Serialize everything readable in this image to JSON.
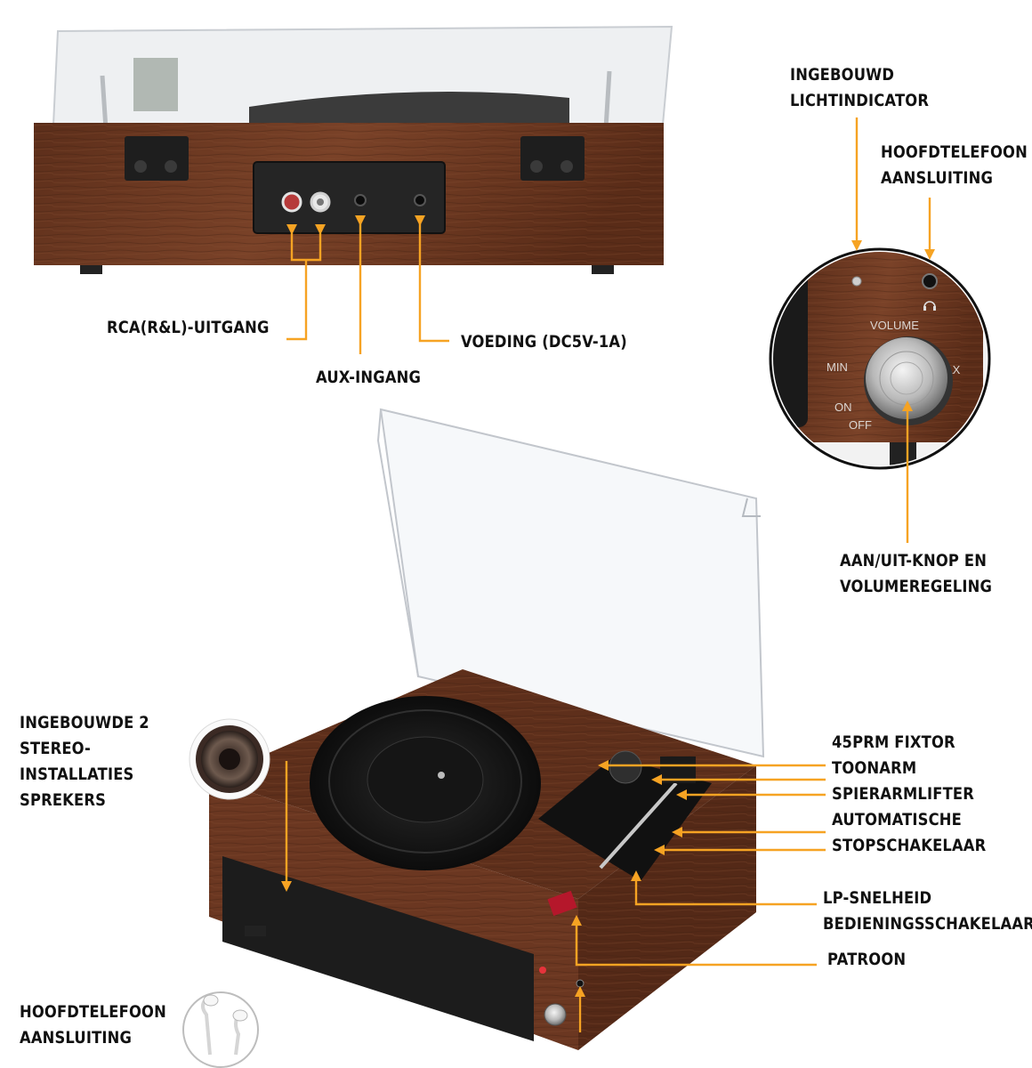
{
  "labels": {
    "rca_output": "RCA(R&L)-UITGANG",
    "aux_input": "AUX-INGANG",
    "power_supply": "VOEDING (DC5V-1A)",
    "light_indicator": [
      "INGEBOUWD",
      "LICHTINDICATOR"
    ],
    "headphone_jack_top": [
      "HOOFDTELEFOON",
      "AANSLUITING"
    ],
    "power_volume": [
      "AAN/UIT-KNOP EN",
      "VOLUMEREGELING"
    ],
    "speakers": [
      "INGEBOUWDE 2",
      "STEREO-",
      "INSTALLATIES",
      "SPREKERS"
    ],
    "adapter_45rpm": "45PRM FIXTOR",
    "tonearm": "TOONARM",
    "arm_lift": "SPIERARMLIFTER",
    "auto_stop": [
      "AUTOMATISCHE",
      "STOPSCHAKELAAR"
    ],
    "speed_switch": [
      "LP-SNELHEID",
      "BEDIENINGSSCHAKELAAR"
    ],
    "cartridge": "PATROON",
    "headphone_jack_bottom": [
      "HOOFDTELEFOON",
      "AANSLUITING"
    ]
  },
  "knob": {
    "volume": "VOLUME",
    "min": "MIN",
    "max": "AX",
    "on": "ON",
    "off": "OFF"
  },
  "colors": {
    "accent": "#f6a323",
    "wood": "#6e3a22",
    "wood_dark": "#4a2414",
    "panel": "#2a2a2a"
  },
  "icons": [
    "headphone-icon",
    "speaker-icon",
    "earbuds-icon"
  ]
}
